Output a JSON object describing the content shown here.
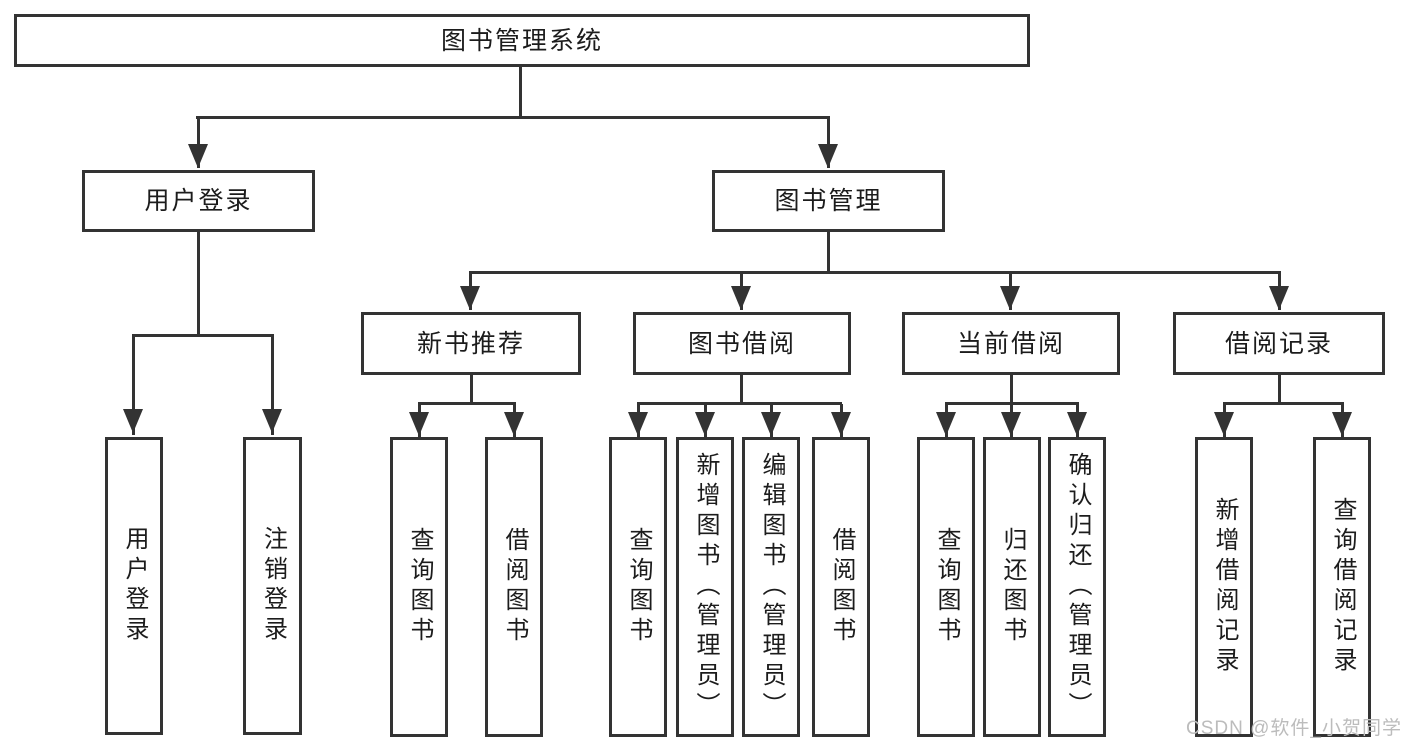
{
  "colors": {
    "line": "#333333",
    "box_border": "#333333",
    "text": "#1c1c1c",
    "background": "#ffffff",
    "watermark": "#bcbcbc"
  },
  "watermark": {
    "text": "CSDN @软件_小贺同学"
  },
  "tree": {
    "root": {
      "label": "图书管理系统"
    },
    "branches": [
      {
        "label": "用户登录",
        "children": [
          {
            "label": "用户登录"
          },
          {
            "label": "注销登录"
          }
        ]
      },
      {
        "label": "图书管理",
        "children": [
          {
            "label": "新书推荐",
            "children": [
              {
                "label": "查询图书"
              },
              {
                "label": "借阅图书"
              }
            ]
          },
          {
            "label": "图书借阅",
            "children": [
              {
                "label": "查询图书"
              },
              {
                "label": "新增图书（管理员）"
              },
              {
                "label": "编辑图书（管理员）"
              },
              {
                "label": "借阅图书"
              }
            ]
          },
          {
            "label": "当前借阅",
            "children": [
              {
                "label": "查询图书"
              },
              {
                "label": "归还图书"
              },
              {
                "label": "确认归还（管理员）"
              }
            ]
          },
          {
            "label": "借阅记录",
            "children": [
              {
                "label": "新增借阅记录"
              },
              {
                "label": "查询借阅记录"
              }
            ]
          }
        ]
      }
    ]
  }
}
